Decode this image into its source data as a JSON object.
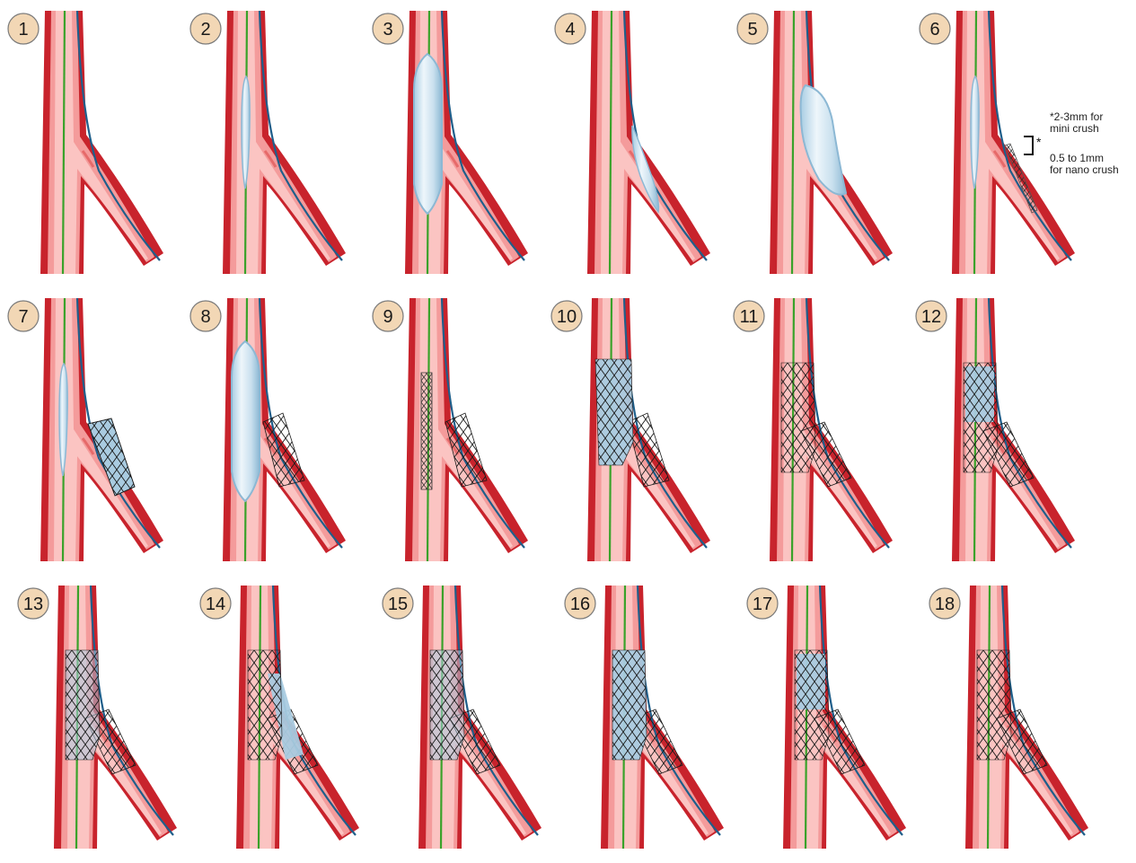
{
  "figure": {
    "steps": [
      {
        "label": "1",
        "balloon_main": false,
        "balloon_side": false,
        "stent_side": "none",
        "stent_main": "none",
        "fill": "none"
      },
      {
        "label": "2",
        "balloon_main": "thin",
        "balloon_side": false,
        "stent_side": "none",
        "stent_main": "none",
        "fill": "none"
      },
      {
        "label": "3",
        "balloon_main": "inflated",
        "balloon_side": false,
        "stent_side": "none",
        "stent_main": "none",
        "fill": "none"
      },
      {
        "label": "4",
        "balloon_main": false,
        "balloon_side": "thin",
        "stent_side": "none",
        "stent_main": "none",
        "fill": "none"
      },
      {
        "label": "5",
        "balloon_main": false,
        "balloon_side": "inflated",
        "stent_side": "none",
        "stent_main": "none",
        "fill": "none"
      },
      {
        "label": "6",
        "balloon_main": "thin",
        "balloon_side": false,
        "stent_side": "crimped",
        "stent_main": "none",
        "fill": "none"
      },
      {
        "label": "7",
        "balloon_main": "thin",
        "balloon_side": false,
        "stent_side": "deployed",
        "stent_main": "none",
        "fill": "none"
      },
      {
        "label": "8",
        "balloon_main": "inflated",
        "balloon_side": false,
        "stent_side": "crushed",
        "stent_main": "none",
        "fill": "none"
      },
      {
        "label": "9",
        "balloon_main": false,
        "balloon_side": false,
        "stent_side": "crushed",
        "stent_main": "crimped",
        "fill": "none"
      },
      {
        "label": "10",
        "balloon_main": false,
        "balloon_side": false,
        "stent_side": "crushed",
        "stent_main": "deployed",
        "fill": "blue"
      },
      {
        "label": "11",
        "balloon_main": false,
        "balloon_side": false,
        "stent_side": "full",
        "stent_main": "full",
        "fill": "none"
      },
      {
        "label": "12",
        "balloon_main": false,
        "balloon_side": false,
        "stent_side": "full",
        "stent_main": "full",
        "fill": "kiss-top"
      },
      {
        "label": "13",
        "balloon_main": false,
        "balloon_side": false,
        "stent_side": "full",
        "stent_main": "full",
        "fill": "light"
      },
      {
        "label": "14",
        "balloon_main": false,
        "balloon_side": false,
        "stent_side": "full",
        "stent_main": "full",
        "fill": "side"
      },
      {
        "label": "15",
        "balloon_main": false,
        "balloon_side": false,
        "stent_side": "full",
        "stent_main": "full",
        "fill": "light"
      },
      {
        "label": "16",
        "balloon_main": false,
        "balloon_side": false,
        "stent_side": "full",
        "stent_main": "full",
        "fill": "both"
      },
      {
        "label": "17",
        "balloon_main": false,
        "balloon_side": false,
        "stent_side": "full",
        "stent_main": "full",
        "fill": "top"
      },
      {
        "label": "18",
        "balloon_main": false,
        "balloon_side": false,
        "stent_side": "full",
        "stent_main": "full",
        "fill": "none"
      }
    ],
    "annotation_star": "*",
    "annotation_line1": "*2-3mm for\nmini crush",
    "annotation_line2": "0.5 to 1mm\nfor nano crush",
    "colors": {
      "vessel_outer": "#c8232c",
      "vessel_inner": "#f49b9b",
      "vessel_core": "#fbc4c2",
      "guidewire_main": "#3aa22a",
      "guidewire_side": "#1f5f8b",
      "balloon_fill": "#d7e8f3",
      "balloon_edge": "#8cb8d4",
      "stent_mesh": "#1a1a1a",
      "stent_fill": "#a9cbe0",
      "badge_fill": "#f2d7b5"
    }
  }
}
